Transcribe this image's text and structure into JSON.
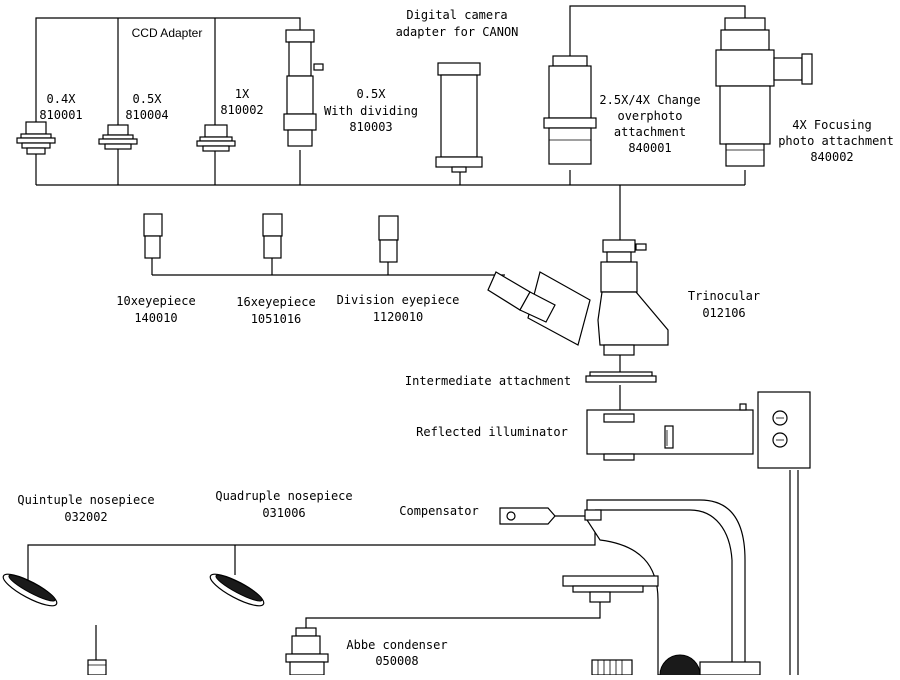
{
  "labels": {
    "ccd_adapter": "CCD Adapter",
    "a04_zoom": "0.4X",
    "a04_code": "810001",
    "a05_zoom": "0.5X",
    "a05_code": "810004",
    "a1_zoom": "1X",
    "a1_code": "810002",
    "div_zoom": "0.5X",
    "div_name": "With dividing",
    "div_code": "810003",
    "canon_l1": "Digital camera",
    "canon_l2": "adapter for CANON",
    "change_l1": "2.5X/4X Change",
    "change_l2": "overphoto",
    "change_l3": "attachment",
    "change_code": "840001",
    "focus_l1": "4X Focusing",
    "focus_l2": "photo attachment",
    "focus_code": "840002",
    "ep10_name": "10xeyepiece",
    "ep10_code": "140010",
    "ep16_name": "16xeyepiece",
    "ep16_code": "1051016",
    "epdiv_name": "Division eyepiece",
    "epdiv_code": "1120010",
    "trino_name": "Trinocular",
    "trino_code": "012106",
    "intermediate": "Intermediate attachment",
    "reflected": "Reflected illuminator",
    "compensator": "Compensator",
    "quint_name": "Quintuple nosepiece",
    "quint_code": "032002",
    "quad_name": "Quadruple nosepiece",
    "quad_code": "031006",
    "abbe_name": "Abbe condenser",
    "abbe_code": "050008"
  }
}
